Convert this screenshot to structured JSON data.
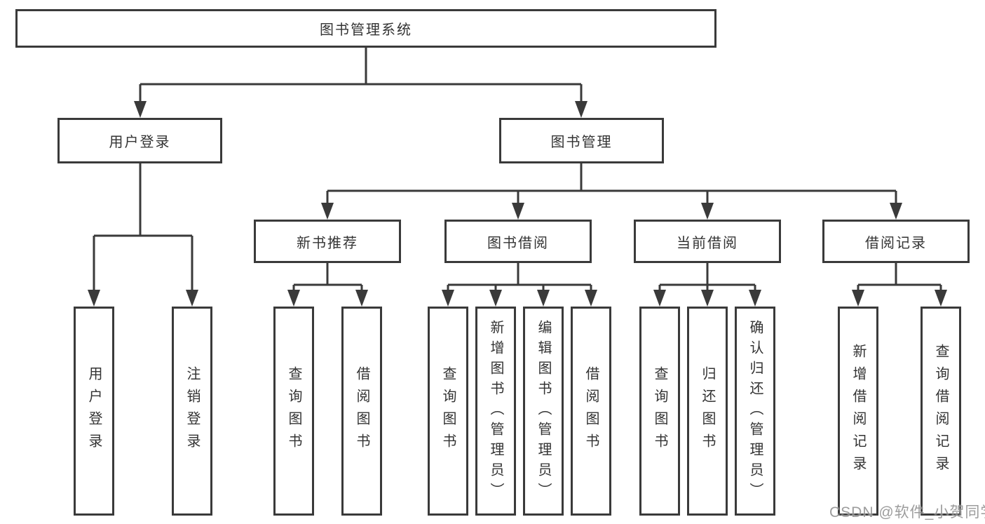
{
  "tree": {
    "label": "图书管理系统",
    "children": [
      {
        "label": "用户登录",
        "children": [
          {
            "label": "用户登录"
          },
          {
            "label": "注销登录"
          }
        ]
      },
      {
        "label": "图书管理",
        "children": [
          {
            "label": "新书推荐",
            "children": [
              {
                "label": "查询图书"
              },
              {
                "label": "借阅图书"
              }
            ]
          },
          {
            "label": "图书借阅",
            "children": [
              {
                "label": "查询图书"
              },
              {
                "label": "新增图书（管理员）"
              },
              {
                "label": "编辑图书（管理员）"
              },
              {
                "label": "借阅图书"
              }
            ]
          },
          {
            "label": "当前借阅",
            "children": [
              {
                "label": "查询图书"
              },
              {
                "label": "归还图书"
              },
              {
                "label": "确认归还（管理员）"
              }
            ]
          },
          {
            "label": "借阅记录",
            "children": [
              {
                "label": "新增借阅记录"
              },
              {
                "label": "查询借阅记录"
              }
            ]
          }
        ]
      }
    ]
  },
  "watermark": "CSDN @软件_小贺同学",
  "colors": {
    "line": "#3a3a3a",
    "text": "#333333",
    "background": "#ffffff",
    "watermark": "#808080"
  }
}
